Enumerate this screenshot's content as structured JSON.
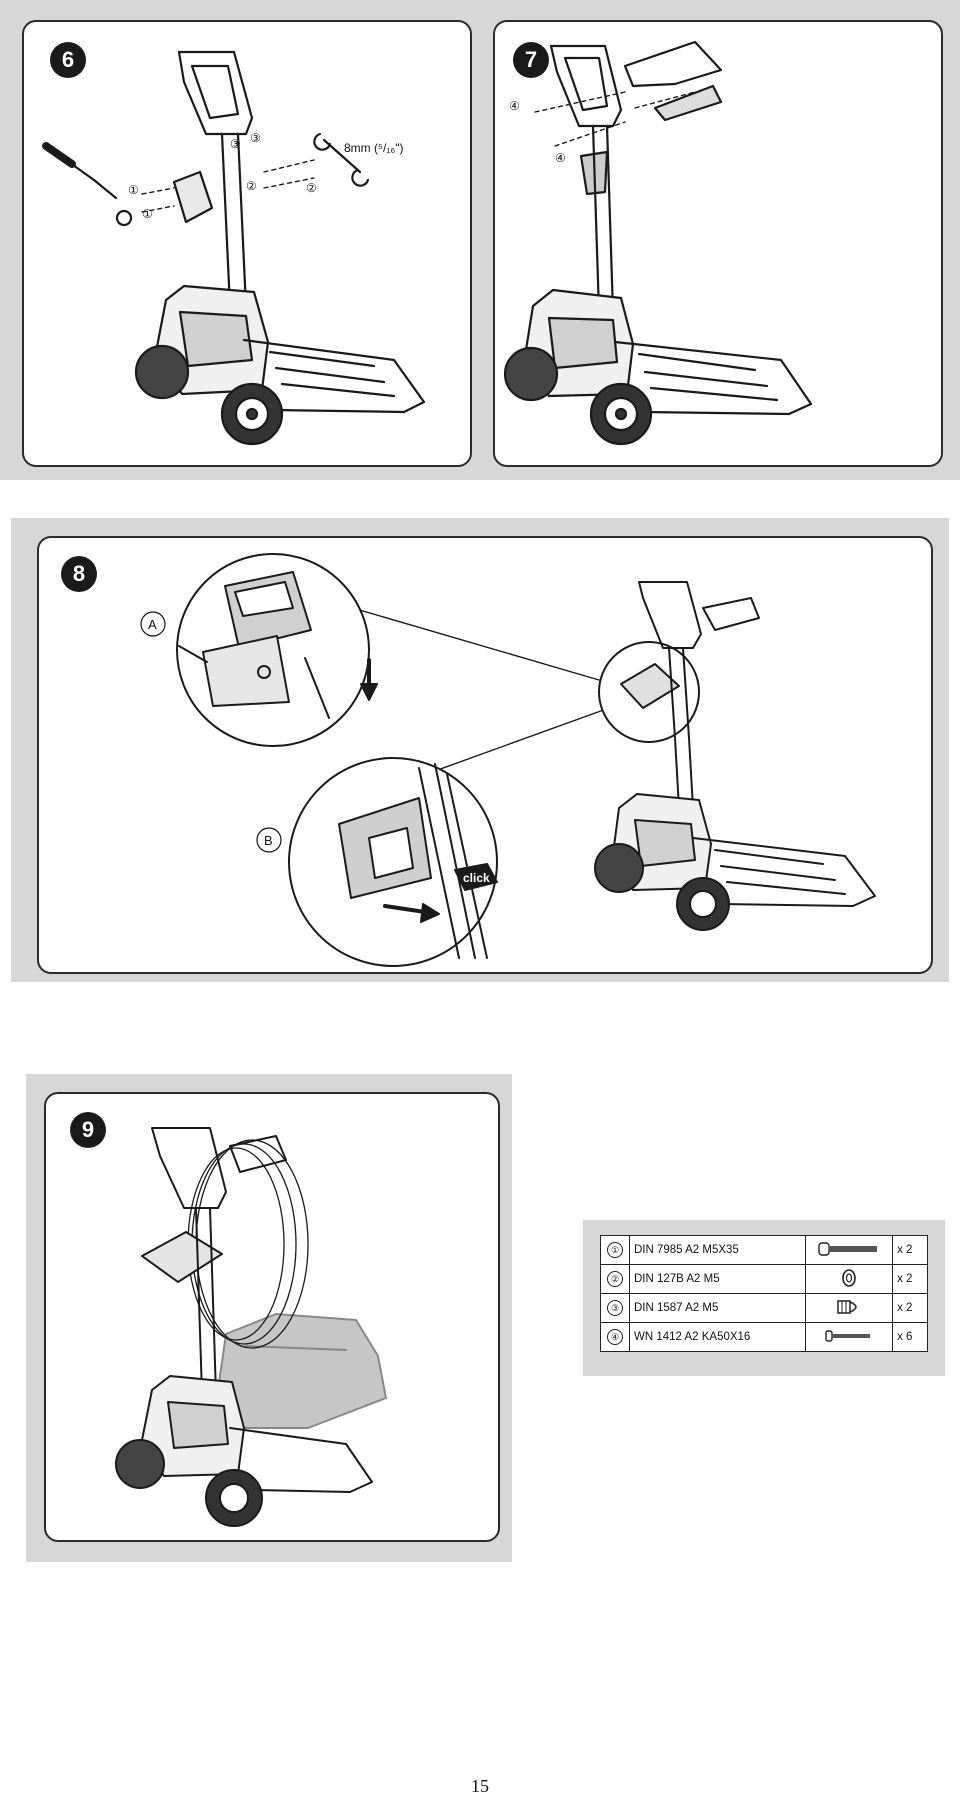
{
  "steps": {
    "step6": {
      "number": "6",
      "wrench_label": "8mm (⁵/₁₆\")",
      "callouts": [
        "①",
        "①",
        "②",
        "②",
        "③",
        "③"
      ]
    },
    "step7": {
      "number": "7",
      "callouts": [
        "④",
        "④"
      ]
    },
    "step8": {
      "number": "8",
      "label_a": "A",
      "label_b": "B",
      "click_label": "click"
    },
    "step9": {
      "number": "9"
    }
  },
  "parts_table": {
    "rows": [
      {
        "num": "①",
        "spec": "DIN 7985 A2 M5X35",
        "qty": "x 2",
        "icon": "long-screw-icon"
      },
      {
        "num": "②",
        "spec": "DIN 127B A2 M5",
        "qty": "x 2",
        "icon": "spring-washer-icon"
      },
      {
        "num": "③",
        "spec": "DIN 1587 A2 M5",
        "qty": "x 2",
        "icon": "cap-nut-icon"
      },
      {
        "num": "④",
        "spec": "WN 1412  A2 KA50X16",
        "qty": "x 6",
        "icon": "short-screw-icon"
      }
    ]
  },
  "page_number": "15"
}
